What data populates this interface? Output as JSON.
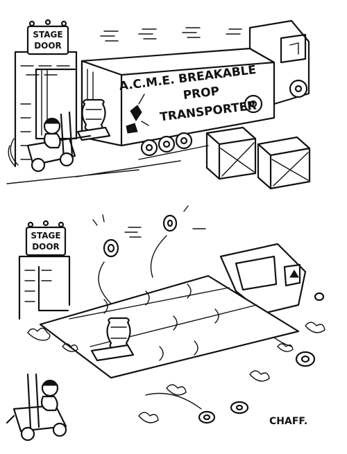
{
  "panel_top": {
    "sign": [
      "STAGE",
      "DOOR"
    ],
    "truck_text": [
      "A.C.M.E. BREAKABLE",
      "PROP",
      "TRANSPORTER"
    ]
  },
  "panel_bottom": {
    "sign": [
      "STAGE",
      "DOOR"
    ]
  },
  "signature": "CHAFF."
}
